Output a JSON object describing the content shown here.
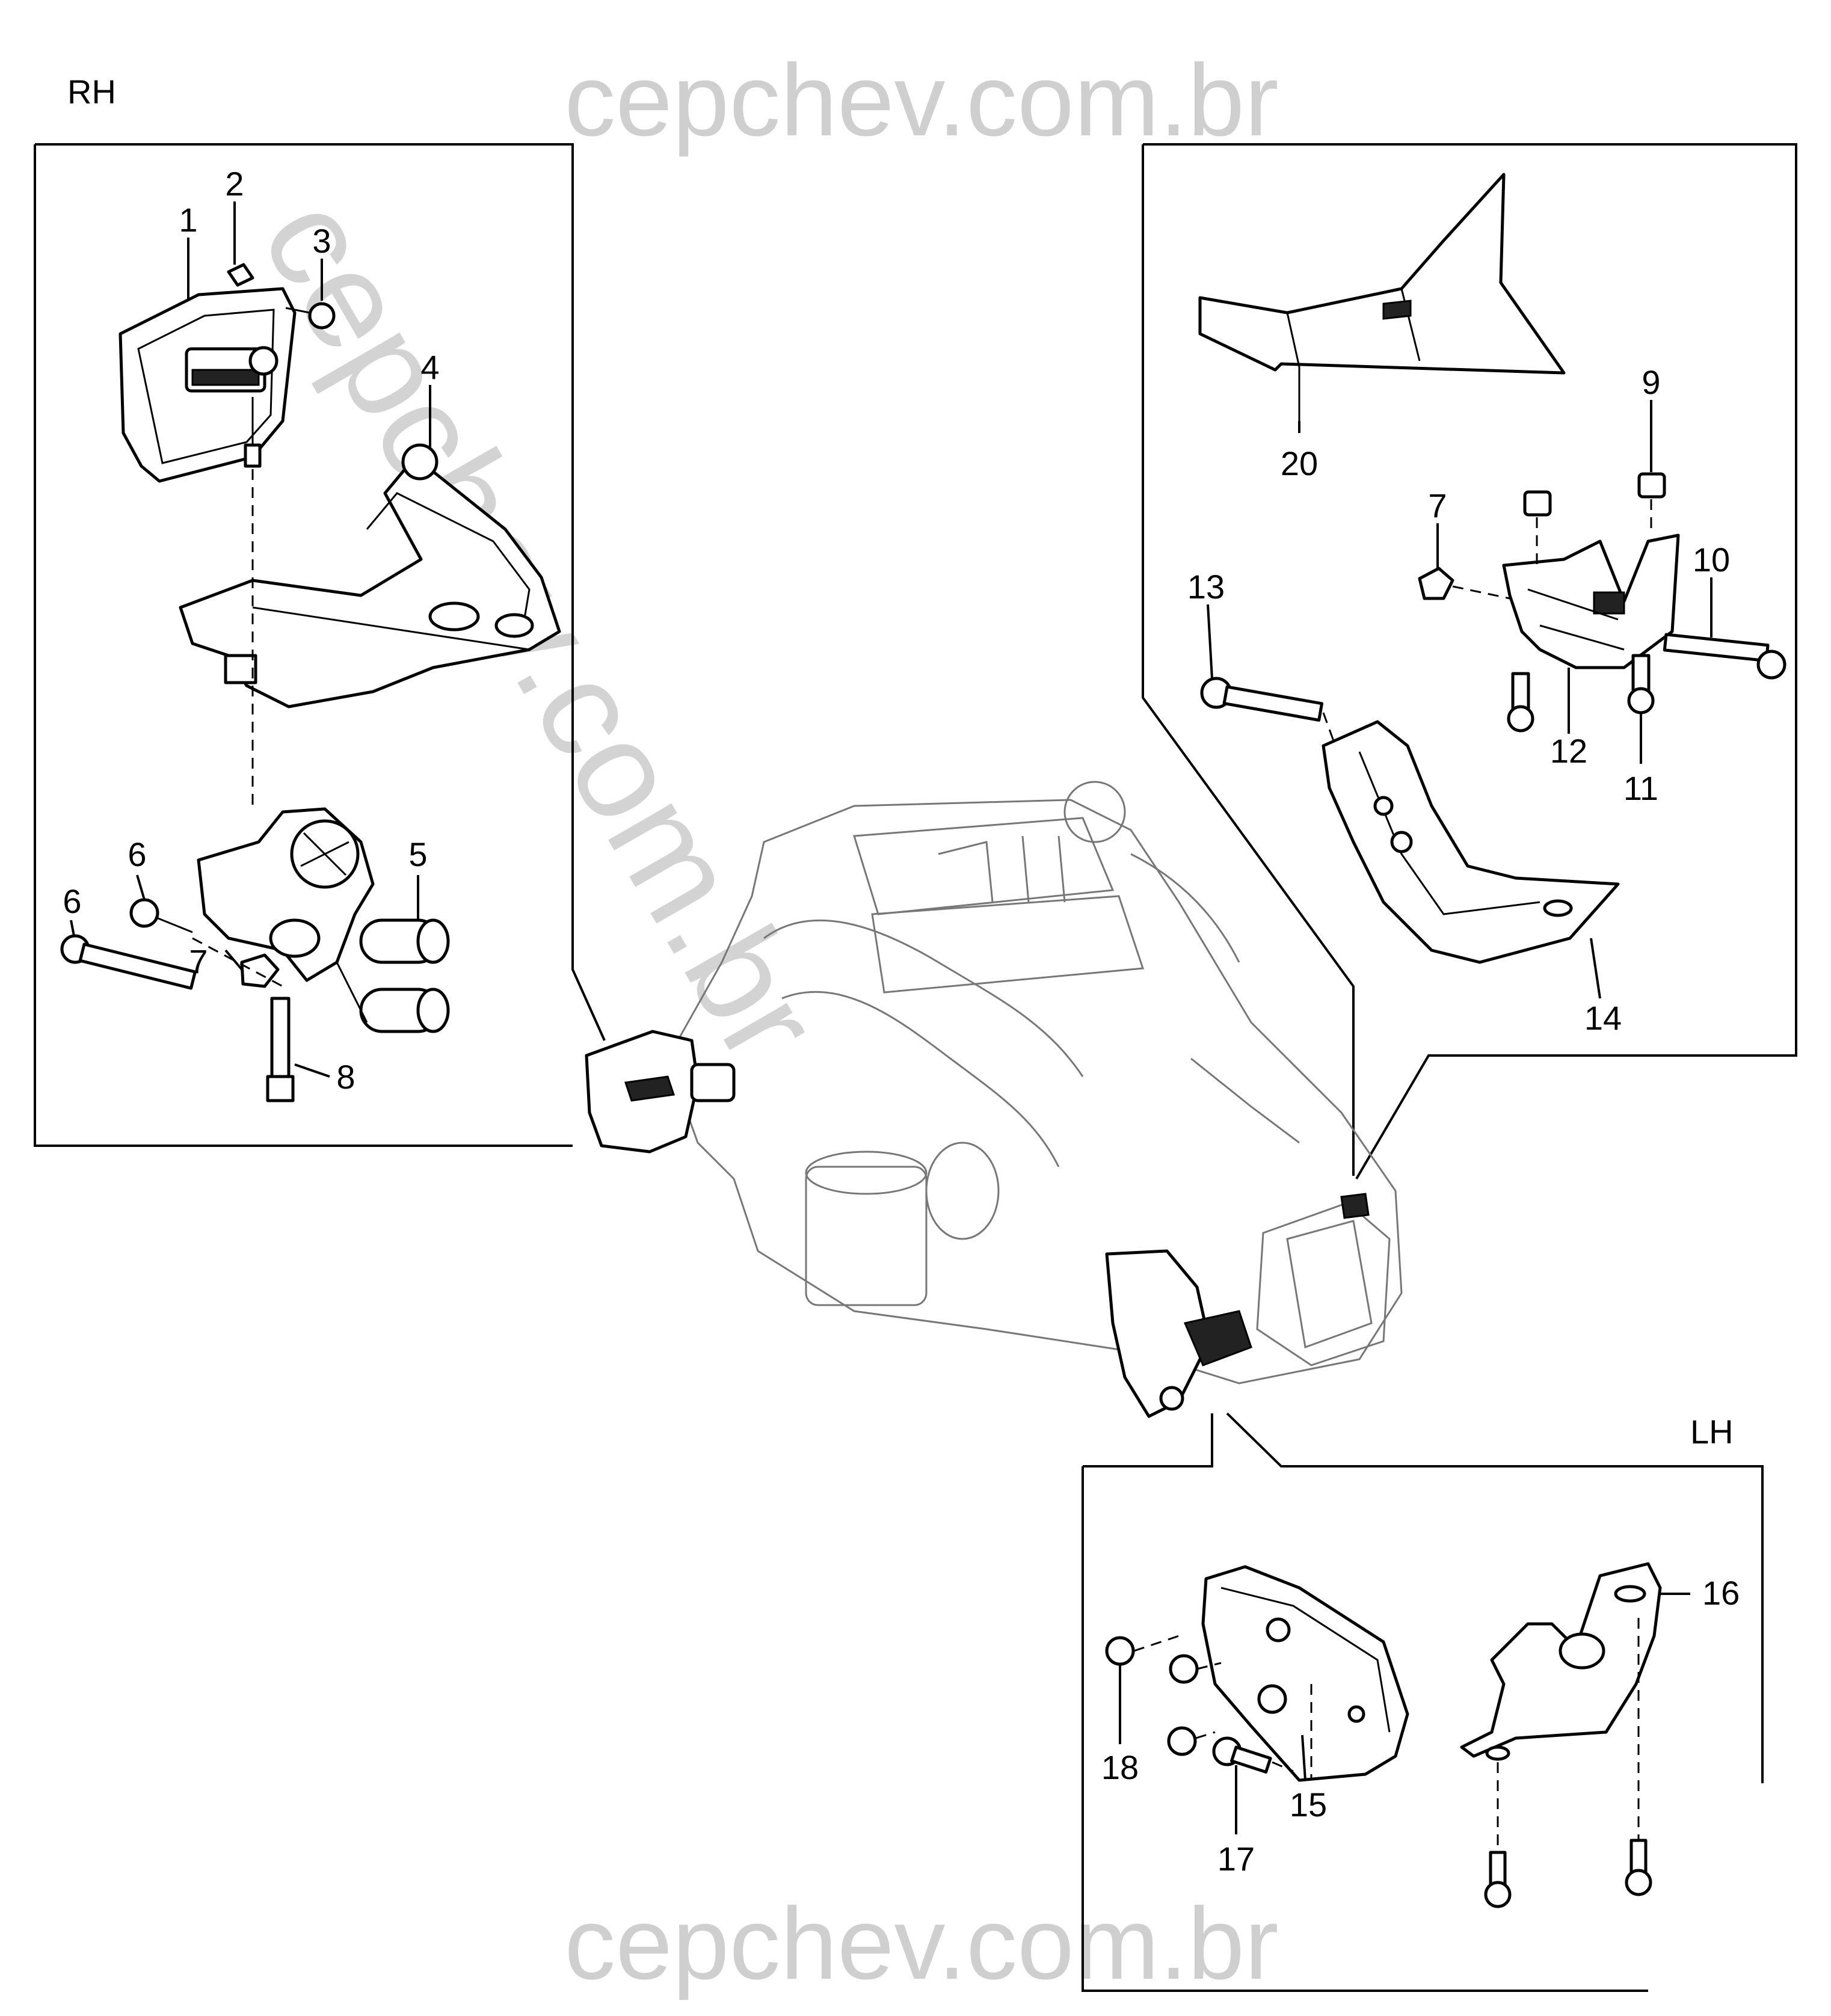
{
  "labels": {
    "rh": "RH",
    "lh": "LH"
  },
  "watermark": {
    "text": "cepchev.com.br",
    "color": "#cfcfcf"
  },
  "callouts": {
    "c1": "1",
    "c2": "2",
    "c3": "3",
    "c4": "4",
    "c5": "5",
    "c6a": "6",
    "c6b": "6",
    "c7a": "7",
    "c7b": "7",
    "c8": "8",
    "c9": "9",
    "c10": "10",
    "c11": "11",
    "c12": "12",
    "c13": "13",
    "c14": "14",
    "c15": "15",
    "c16": "16",
    "c17": "17",
    "c18": "18",
    "c20": "20"
  },
  "icons": {
    "engine": "engine-assembly-illustration",
    "mount": "engine-mount-icon",
    "bolt": "bolt-icon",
    "nut": "nut-icon",
    "bracket": "bracket-icon"
  }
}
